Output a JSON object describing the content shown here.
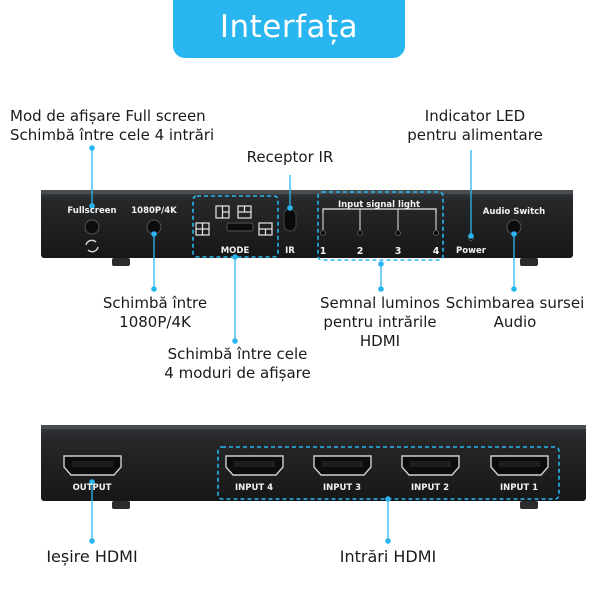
{
  "title": "Interfața",
  "front_panel": {
    "fullscreen_label": "Fullscreen",
    "resolution_label": "1080P/4K",
    "mode_label": "MODE",
    "ir_label": "IR",
    "input_signal_label": "Input signal light",
    "led_numbers": [
      "1",
      "2",
      "3",
      "4"
    ],
    "power_label": "Power",
    "audio_switch_label": "Audio Switch"
  },
  "rear_panel": {
    "output_label": "OUTPUT",
    "inputs": [
      "INPUT 4",
      "INPUT 3",
      "INPUT 2",
      "INPUT 1"
    ]
  },
  "callouts": {
    "fullscreen_line1": "Mod de afișare Full screen",
    "fullscreen_line2": "Schimbă între cele 4 intrări",
    "ir_receiver": "Receptor IR",
    "led_line1": "Indicator LED",
    "led_line2": "pentru alimentare",
    "resolution_line1": "Schimbă între",
    "resolution_line2": "1080P/4K",
    "signal_line1": "Semnal luminos",
    "signal_line2": "pentru intrările",
    "signal_line3": "HDMI",
    "audio_line1": "Schimbarea sursei",
    "audio_line2": "Audio",
    "mode_line1": "Schimbă între cele",
    "mode_line2": "4 moduri de afișare",
    "hdmi_out": "Ieșire HDMI",
    "hdmi_in": "Intrări HDMI"
  },
  "colors": {
    "accent": "#29b6f0",
    "device": "#222426",
    "title_text": "#ffffff"
  }
}
